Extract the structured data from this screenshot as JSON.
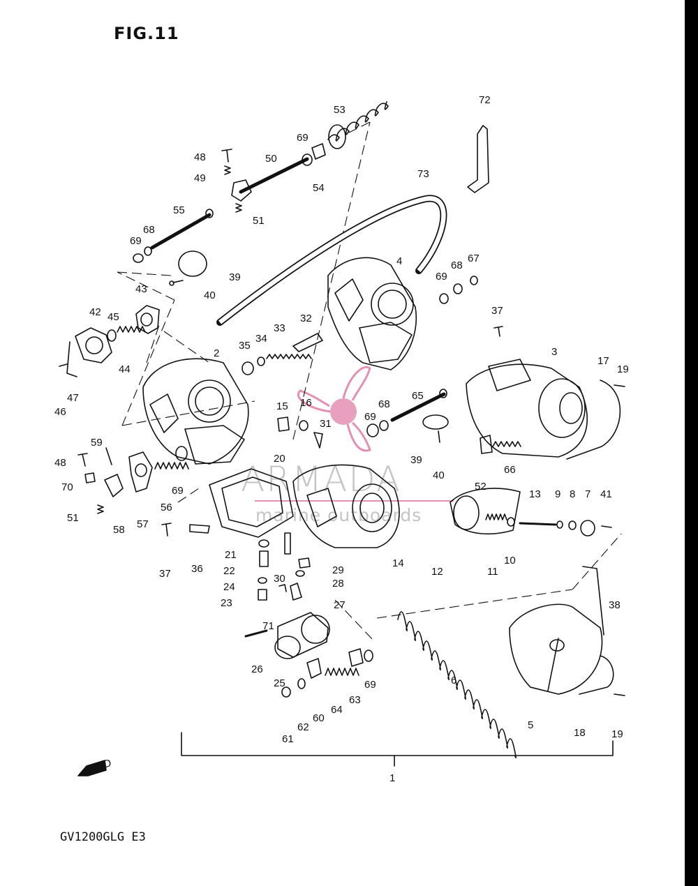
{
  "figure_title": "FIG.11",
  "model_code": "GV1200GLG  E3",
  "watermark": {
    "brand": "ARMADA",
    "tagline": "marine outboards",
    "color": "#e58fb4"
  },
  "fwd_label": "FWD",
  "assembly_ref": "1",
  "part_numbers": [
    "72",
    "53",
    "69",
    "48",
    "50",
    "49",
    "54",
    "51",
    "55",
    "68",
    "73",
    "69",
    "39",
    "40",
    "4",
    "69",
    "68",
    "67",
    "43",
    "42",
    "45",
    "44",
    "47",
    "46",
    "2",
    "35",
    "34",
    "33",
    "32",
    "37",
    "3",
    "17",
    "19",
    "15",
    "16",
    "31",
    "68",
    "69",
    "65",
    "39",
    "40",
    "52",
    "66",
    "59",
    "48",
    "70",
    "51",
    "58",
    "57",
    "56",
    "69",
    "20",
    "37",
    "36",
    "21",
    "22",
    "24",
    "23",
    "30",
    "29",
    "28",
    "27",
    "71",
    "13",
    "9",
    "8",
    "7",
    "41",
    "14",
    "12",
    "11",
    "10",
    "38",
    "6",
    "26",
    "25",
    "60",
    "61",
    "62",
    "64",
    "63",
    "69",
    "5",
    "18",
    "19"
  ]
}
